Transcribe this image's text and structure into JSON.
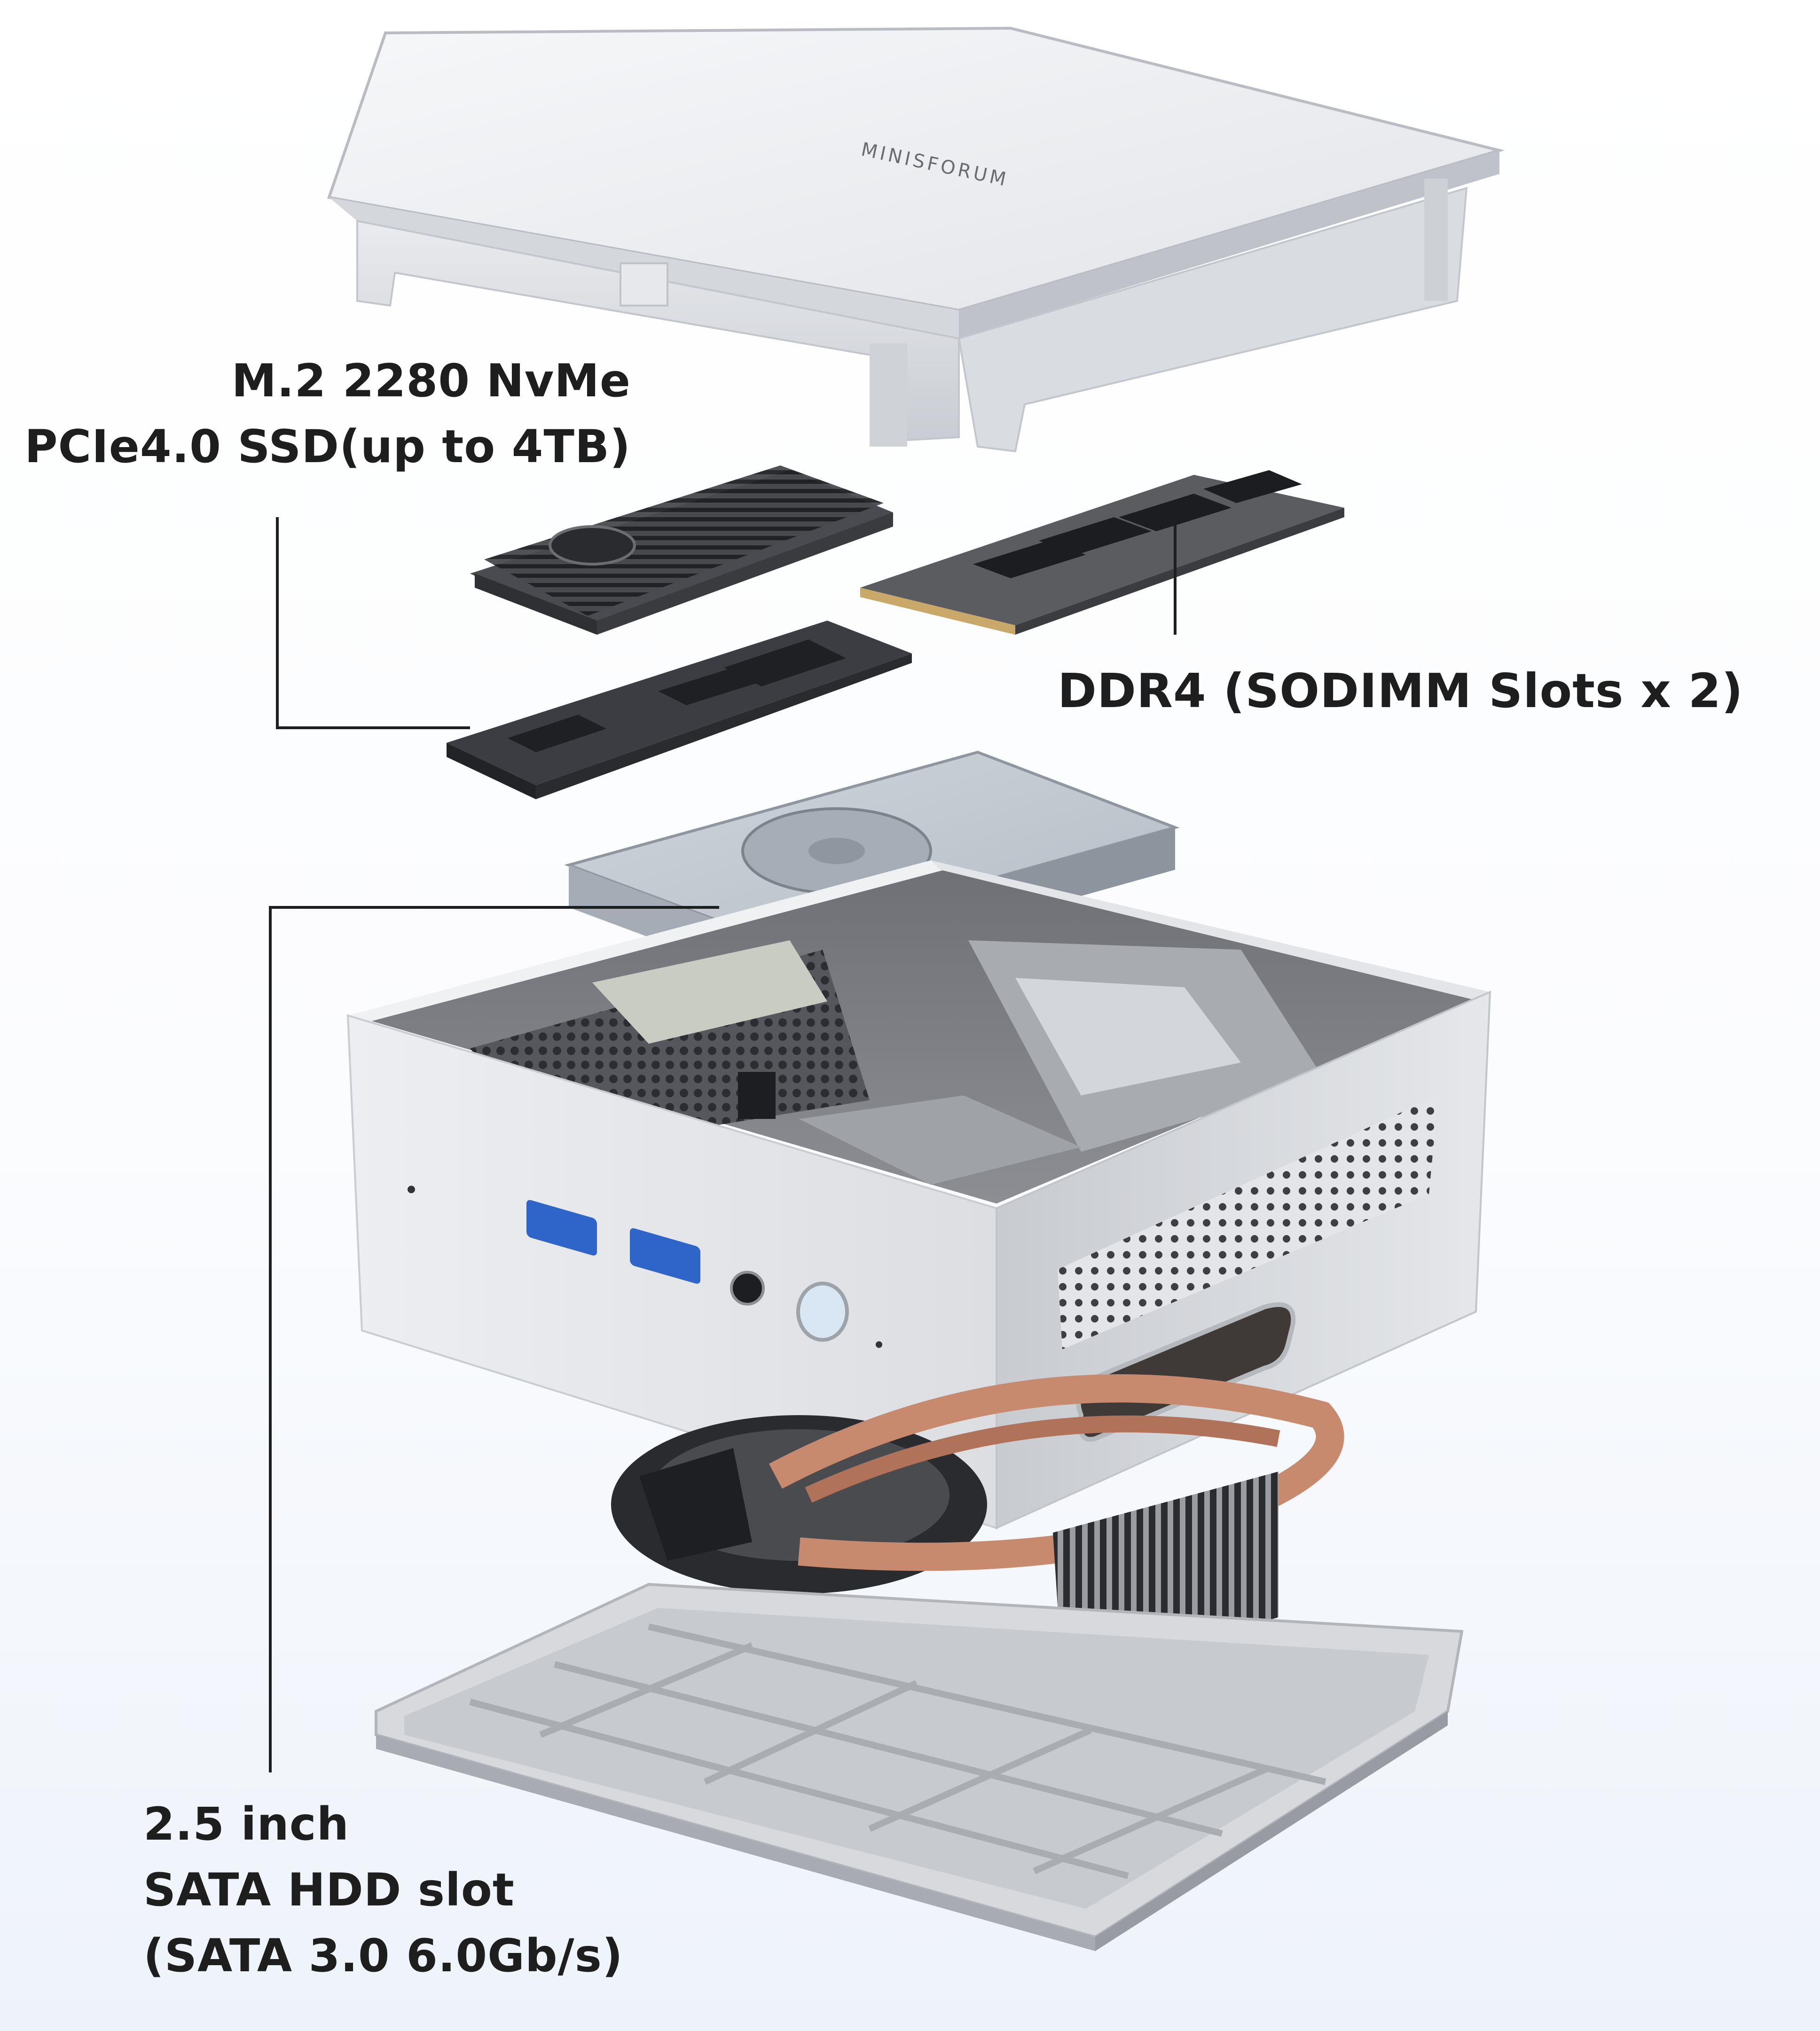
{
  "labels": {
    "ssd": [
      "M.2 2280 NvMe",
      "PCIe4.0 SSD(up to 4TB)"
    ],
    "ddr": "DDR4 (SODIMM Slots x 2)",
    "hdd": [
      "2.5 inch",
      "SATA HDD slot",
      "(SATA 3.0 6.0Gb/s)"
    ]
  },
  "colors": {
    "text": "#1e1e1e",
    "leader_line": "#1e1e1e",
    "chassis_silver": "#dfe1e5",
    "usb_port": "#2f64c8",
    "heatsink_dark": "#3a3a3c",
    "copper_pipe": "#c88a6e"
  }
}
